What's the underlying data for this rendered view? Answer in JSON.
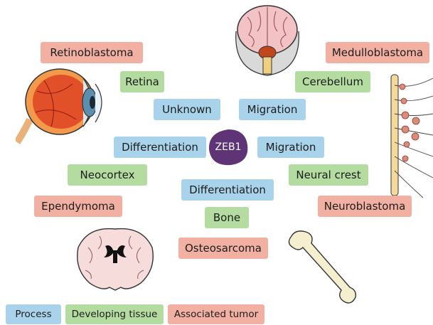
{
  "center": {
    "label": "ZEB1",
    "color": "#5e3477"
  },
  "colors": {
    "process": "#a9d3ea",
    "tissue": "#b5dca0",
    "tumor": "#f2b0a3"
  },
  "labels": {
    "retinoblastoma": "Retinoblastoma",
    "retina": "Retina",
    "unknown": "Unknown",
    "migration_top": "Migration",
    "cerebellum": "Cerebellum",
    "medulloblastoma": "Medulloblastoma",
    "differentiation_left": "Differentiation",
    "migration_right": "Migration",
    "neocortex": "Neocortex",
    "neural_crest": "Neural crest",
    "ependymoma": "Ependymoma",
    "differentiation_bottom": "Differentiation",
    "neuroblastoma": "Neuroblastoma",
    "bone": "Bone",
    "osteosarcoma": "Osteosarcoma"
  },
  "legend": {
    "process": "Process",
    "tissue": "Developing tissue",
    "tumor": "Associated tumor"
  },
  "illustrations": {
    "eye": "eye-icon",
    "brain": "brain-icon",
    "spinal_cord": "spinal-cord-icon",
    "brain_section": "brain-section-icon",
    "femur": "femur-icon"
  }
}
